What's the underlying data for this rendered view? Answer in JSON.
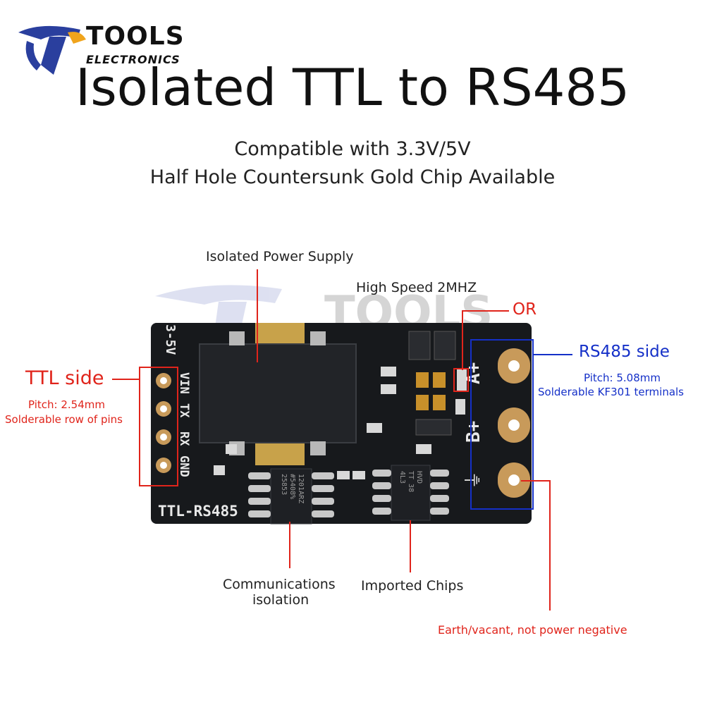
{
  "brand": {
    "name": "TOOLS",
    "sub": "ELECTRONICS",
    "watermark": "TOOLS"
  },
  "title": "Isolated TTL to RS485",
  "subtitles": [
    "Compatible with 3.3V/5V",
    "Half Hole Countersunk Gold Chip Available"
  ],
  "callouts": {
    "isolated_power": "Isolated Power Supply",
    "high_speed": "High Speed 2MHZ",
    "or": "OR",
    "rs485_side": "RS485 side",
    "rs485_pitch": "Pitch: 5.08mm",
    "rs485_terminals": "Solderable KF301 terminals",
    "ttl_side": "TTL side",
    "ttl_pitch": "Pitch: 2.54mm",
    "ttl_pins": "Solderable row of pins",
    "comm_isolation_1": "Communications",
    "comm_isolation_2": "isolation",
    "imported_chips": "Imported Chips",
    "earth": "Earth/vacant, not power negative"
  },
  "board": {
    "voltage": "3-5V",
    "pins": [
      "VIN",
      "TX",
      "RX",
      "GND"
    ],
    "model": "TTL-RS485",
    "terminals": [
      "A+",
      "B+",
      "⏚"
    ],
    "chip_left": [
      "1201ARZ",
      "#5408%",
      "25853"
    ],
    "chip_right": [
      "HVD",
      "TT 38",
      "4L3"
    ]
  },
  "colors": {
    "callout_red": "#e0241b",
    "callout_blue": "#1530c8",
    "board": "#17191c",
    "gold": "#c89a5a"
  }
}
